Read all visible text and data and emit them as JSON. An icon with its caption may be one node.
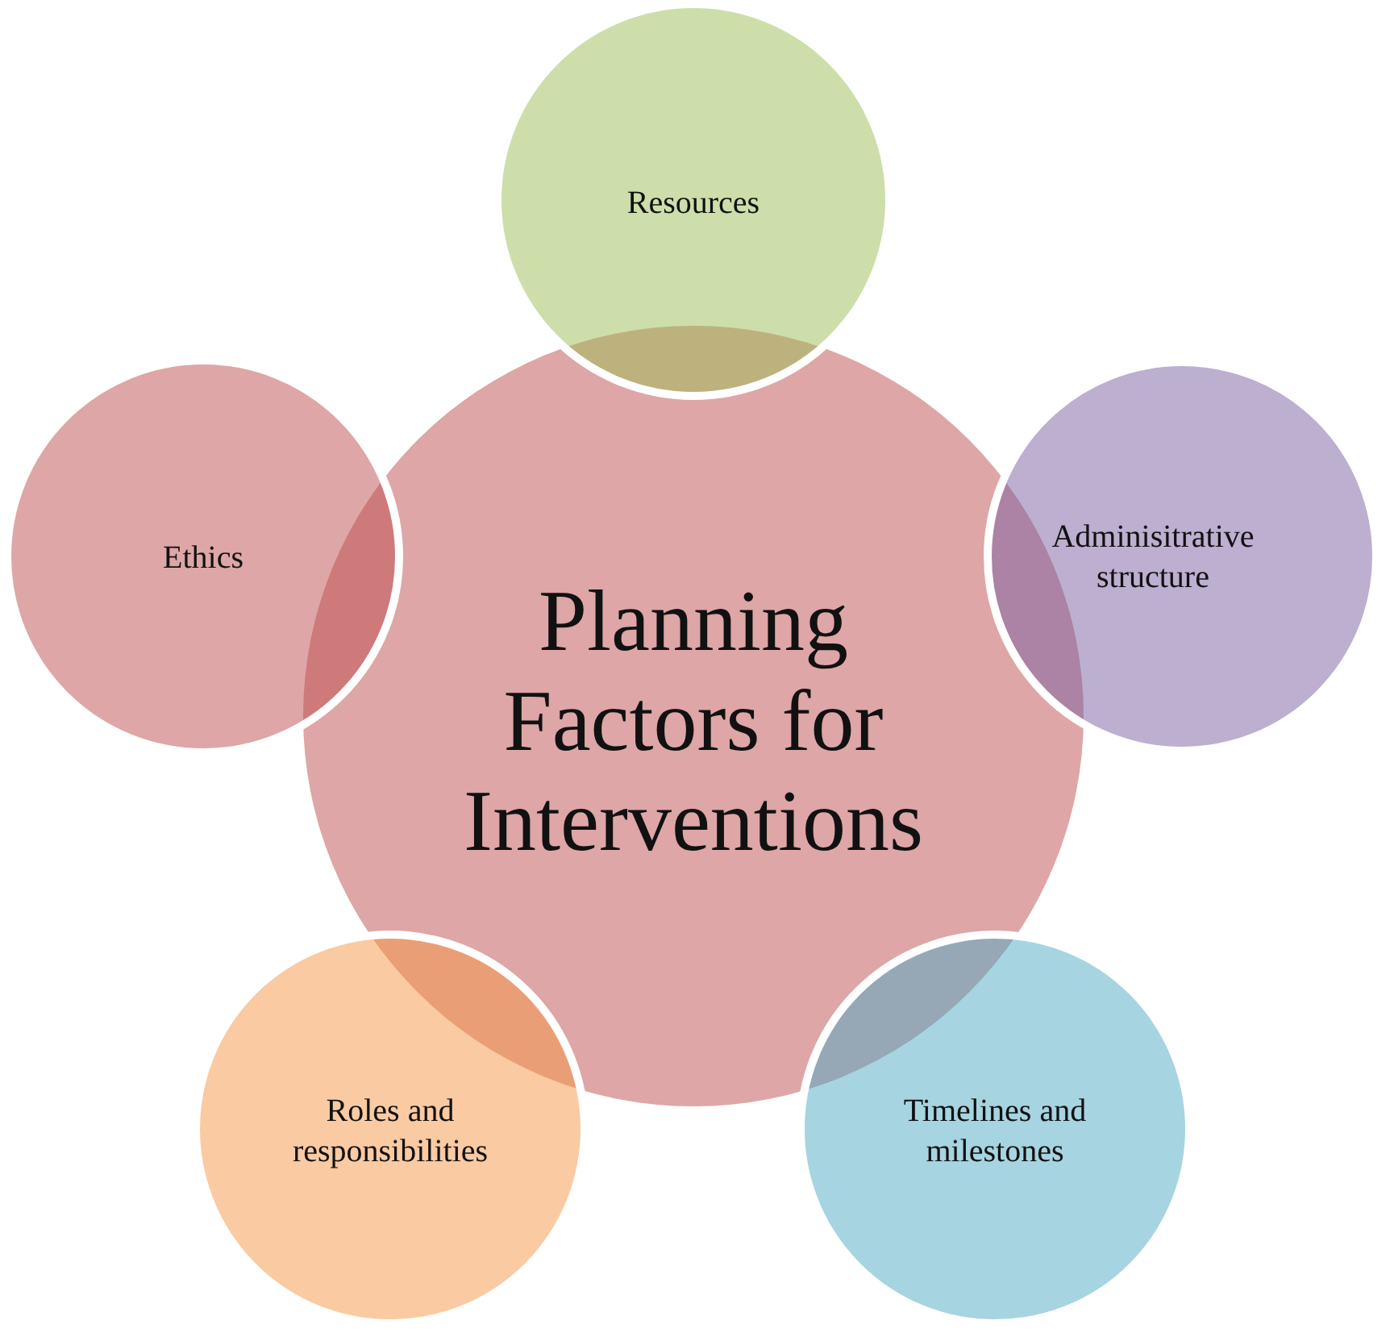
{
  "diagram": {
    "nodes": [
      {
        "text": [
          "Planning Factors for Interventions"
        ]
      },
      {
        "text": [
          "Resources"
        ]
      },
      {
        "text": [
          "Adminisitrative structure"
        ]
      },
      {
        "text": [
          "Timelines and milestones"
        ]
      },
      {
        "text": [
          "Roles and responsibilities"
        ]
      },
      {
        "text": [
          "Ethics"
        ]
      }
    ]
  }
}
